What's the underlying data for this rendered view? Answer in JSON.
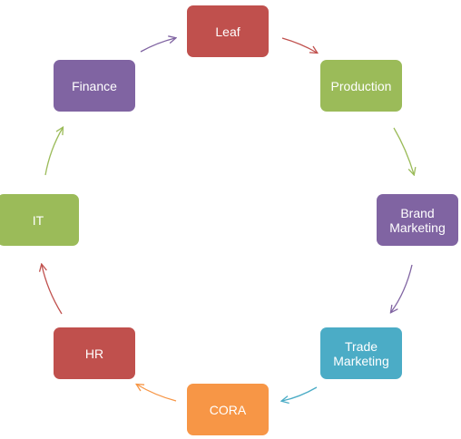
{
  "diagram": {
    "type": "cycle",
    "nodes": [
      {
        "id": "leaf",
        "label": "Leaf",
        "color": "#C0504D"
      },
      {
        "id": "production",
        "label": "Production",
        "color": "#9BBB59"
      },
      {
        "id": "brand-marketing",
        "label": "Brand\nMarketing",
        "color": "#8064A2"
      },
      {
        "id": "trade-marketing",
        "label": "Trade\nMarketing",
        "color": "#4BACC6"
      },
      {
        "id": "cora",
        "label": "CORA",
        "color": "#F79646"
      },
      {
        "id": "hr",
        "label": "HR",
        "color": "#C0504D"
      },
      {
        "id": "it",
        "label": "IT",
        "color": "#9BBB59"
      },
      {
        "id": "finance",
        "label": "Finance",
        "color": "#8064A2"
      }
    ],
    "edges": [
      {
        "from": "leaf",
        "to": "production",
        "color": "#C0504D"
      },
      {
        "from": "production",
        "to": "brand-marketing",
        "color": "#9BBB59"
      },
      {
        "from": "brand-marketing",
        "to": "trade-marketing",
        "color": "#8064A2"
      },
      {
        "from": "trade-marketing",
        "to": "cora",
        "color": "#4BACC6"
      },
      {
        "from": "cora",
        "to": "hr",
        "color": "#F79646"
      },
      {
        "from": "hr",
        "to": "it",
        "color": "#C0504D"
      },
      {
        "from": "it",
        "to": "finance",
        "color": "#9BBB59"
      },
      {
        "from": "finance",
        "to": "leaf",
        "color": "#8064A2"
      }
    ]
  }
}
